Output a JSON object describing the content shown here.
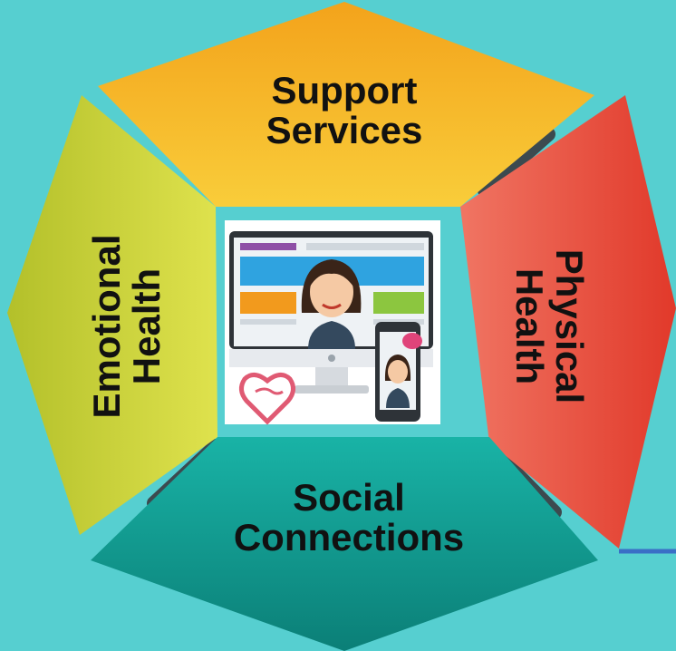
{
  "segments": {
    "top": {
      "line1": "Support",
      "line2": "Services",
      "color": "#f6b81e"
    },
    "right": {
      "line1": "Physical",
      "line2": "Health",
      "color": "#ec5a48"
    },
    "bottom": {
      "line1": "Social",
      "line2": "Connections",
      "color": "#14a89a"
    },
    "left": {
      "line1": "Emotional",
      "line2": "Health",
      "color": "#c6d23a"
    }
  },
  "center": {
    "image": "telehealth-computer-phone-illustration"
  },
  "colors": {
    "background": "#56cfd0",
    "connector": "#3c4a4f",
    "accent_line": "#3a6fc6"
  }
}
